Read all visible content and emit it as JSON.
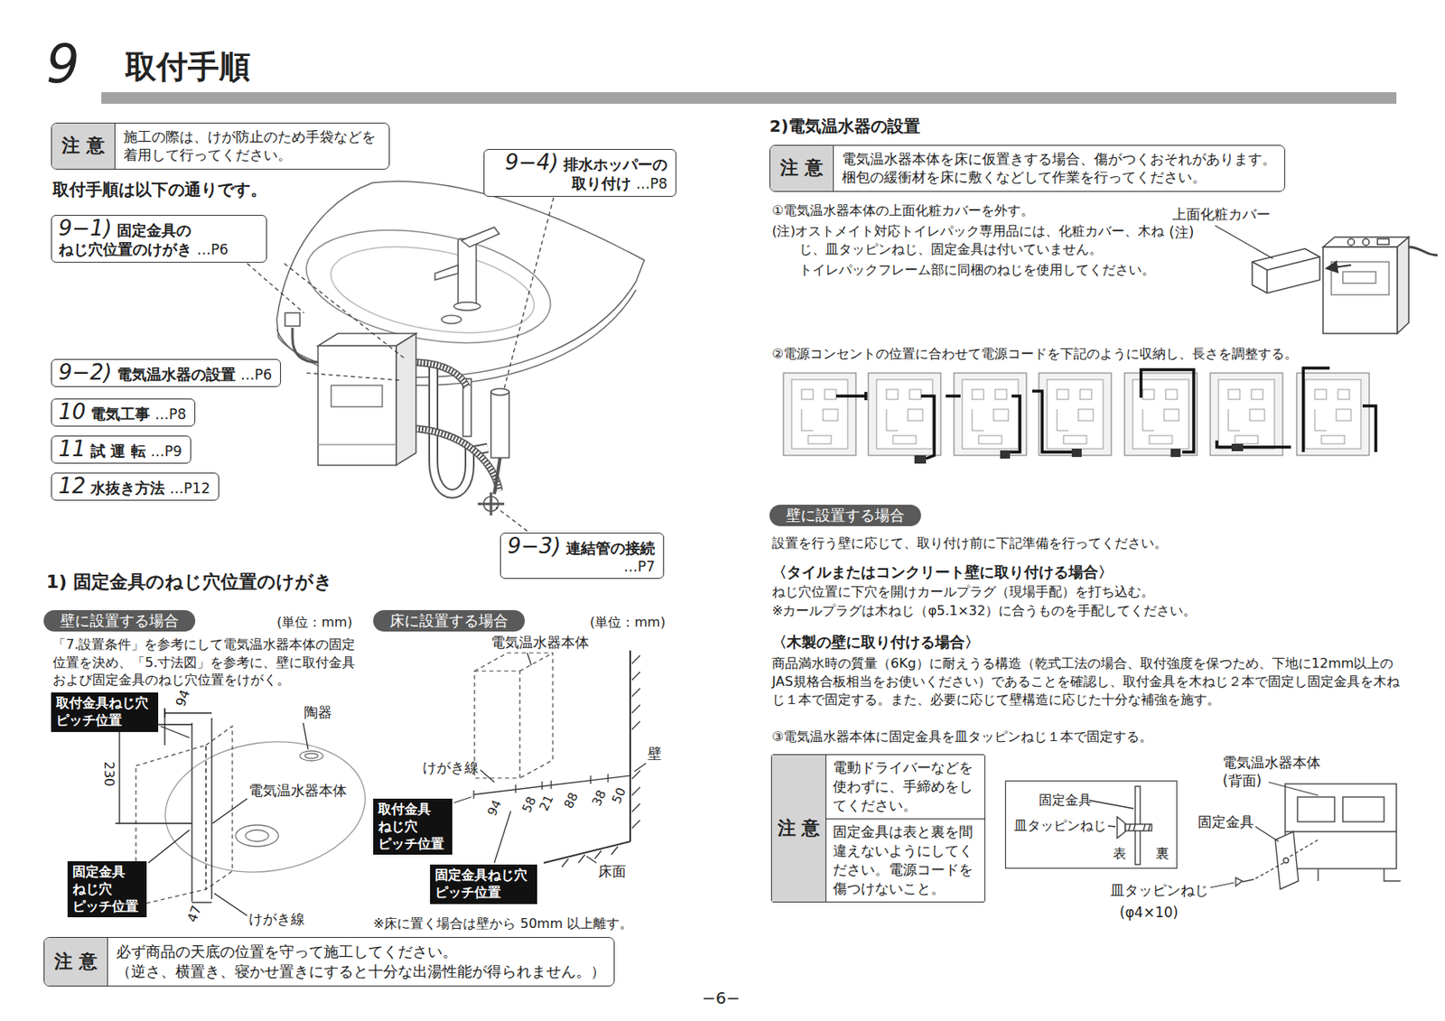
{
  "diagram": {
    "title": "取付手順",
    "nodes": [
      {
        "text": [
          "注 意",
          "施工の際は、けが防止のため手袋などを着用して行ってください。"
        ]
      },
      {
        "text": [
          "9−4)",
          "排水ホッパーの 取り付け",
          "…P8"
        ]
      },
      {
        "text": [
          "9−1)",
          "固定金具の ねじ穴位置のけがき",
          "…P6"
        ]
      },
      {
        "text": [
          "9−2)",
          "電気温水器の設置",
          "…P6"
        ]
      },
      {
        "text": [
          "10",
          "電気工事",
          "…P8"
        ]
      },
      {
        "text": [
          "11",
          "試 運 転",
          "…P9"
        ]
      },
      {
        "text": [
          "12",
          "水抜き方法",
          "…P12"
        ]
      },
      {
        "text": [
          "9−3)",
          "連結管の接続",
          "…P7"
        ]
      },
      {
        "text": [
          "壁に設置する場合"
        ]
      },
      {
        "text": [
          "床に設置する場合"
        ]
      },
      {
        "text": [
          "取付金具ねじ穴 ピッチ位置"
        ]
      },
      {
        "text": [
          "固定金具 ねじ穴 ピッチ位置"
        ]
      },
      {
        "text": [
          "取付金具 ねじ穴 ピッチ位置"
        ]
      },
      {
        "text": [
          "固定金具ねじ穴 ピッチ位置"
        ]
      },
      {
        "text": [
          "注 意",
          "必ず商品の天底の位置を守って施工してください。",
          "（逆さ、横置き、寝かせ置きにすると十分な出湯性能が得られません。）"
        ]
      },
      {
        "text": [
          "注 意",
          "電気温水器本体を床に仮置きする場合、傷がつくおそれがあります。",
          "梱包の緩衝材を床に敷くなどして作業を行ってください。"
        ]
      },
      {
        "text": [
          "壁に設置する場合"
        ]
      },
      {
        "text": [
          "注 意",
          "電動ドライバーなどを使わずに、手締めをしてください。",
          "固定金具は表と裏を間違えないようにしてください。電源コードを傷つけないこと。"
        ]
      },
      {
        "text": [
          "固定金具",
          "皿タッピンねじ",
          "表",
          "裏"
        ]
      }
    ],
    "labels": [
      "9",
      "取付手順は以下の通りです。",
      "1) 固定金具のねじ穴位置のけがき",
      "(単位：mm)",
      "(単位：mm)",
      "「7.設置条件」を参考にして電気温水器本体の固定位置を決め、「5.寸法図」を参考に、壁に取付金具および固定金具のねじ穴位置をけがく。",
      "94",
      "230",
      "47",
      "陶器",
      "電気温水器本体",
      "けがき線",
      "電気温水器本体",
      "けがき線",
      "壁",
      "床面",
      "94",
      "58",
      "21",
      "88",
      "38",
      "50",
      "※床に置く場合は壁から 50mm 以上離す。",
      "−6−",
      "2)電気温水器の設置",
      "①電気温水器本体の上面化粧カバーを外す。",
      "(注)オストメイト対応トイレパック専用品には、化粧カバー、木ねじ、皿タッピンねじ、固定金具は付いていません。",
      "トイレパックフレーム部に同梱のねじを使用してください。",
      "上面化粧カバー",
      "(注)",
      "②電源コンセントの位置に合わせて電源コードを下記のように収納し、長さを調整する。",
      "設置を行う壁に応じて、取り付け前に下記準備を行ってください。",
      "〈タイルまたはコンクリート壁に取り付ける場合〉",
      "ねじ穴位置に下穴を開けカールプラグ（現場手配）を打ち込む。",
      "※カールプラグは木ねじ（φ5.1×32）に合うものを手配してください。",
      "〈木製の壁に取り付ける場合〉",
      "商品満水時の質量（6Kg）に耐えうる構造（乾式工法の場合、取付強度を保つため、下地に12mm以上のJAS規格合板相当をお使いください）であることを確認し、取付金具を木ねじ２本で固定し固定金具を木ねじ１本で固定する。また、必要に応じて壁構造に応じた十分な補強を施す。",
      "③電気温水器本体に固定金具を皿タッピンねじ１本で固定する。",
      "電気温水器本体",
      "(背面)",
      "固定金具",
      "皿タッピンねじ",
      "(φ4×10)"
    ]
  }
}
